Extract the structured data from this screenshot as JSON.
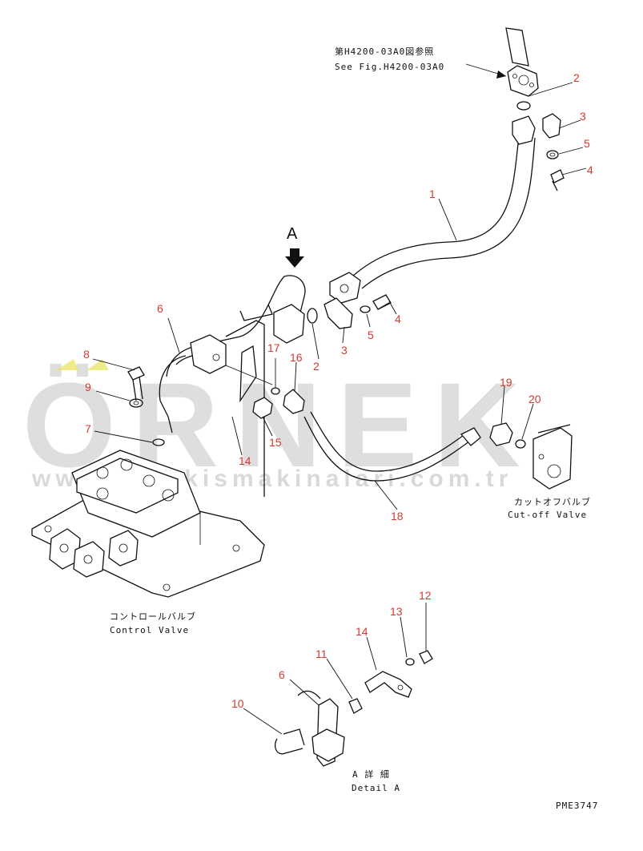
{
  "labels": {
    "ref_jp": "第H4200-03A0図参照",
    "ref_en": "See Fig.H4200-03A0",
    "cutoff_jp": "カットオフバルブ",
    "cutoff_en": "Cut-off Valve",
    "control_jp": "コントロールバルブ",
    "control_en": "Control Valve",
    "detail_jp": "A 詳 細",
    "detail_en": "Detail A",
    "view_arrow": "A",
    "drawing_code": "PME3747"
  },
  "watermark": {
    "brand": "ÖRNEK",
    "url": "www.ornekismakinalari.com.tr"
  },
  "part_numbers": [
    "2",
    "3",
    "5",
    "4",
    "1",
    "4",
    "5",
    "3",
    "6",
    "17",
    "16",
    "2",
    "8",
    "9",
    "7",
    "15",
    "14",
    "19",
    "20",
    "18",
    "12",
    "13",
    "14",
    "11",
    "6",
    "10"
  ],
  "colors": {
    "part_number": "#d43a2f",
    "linework": "#111111",
    "watermark": "#c9c9cb"
  }
}
